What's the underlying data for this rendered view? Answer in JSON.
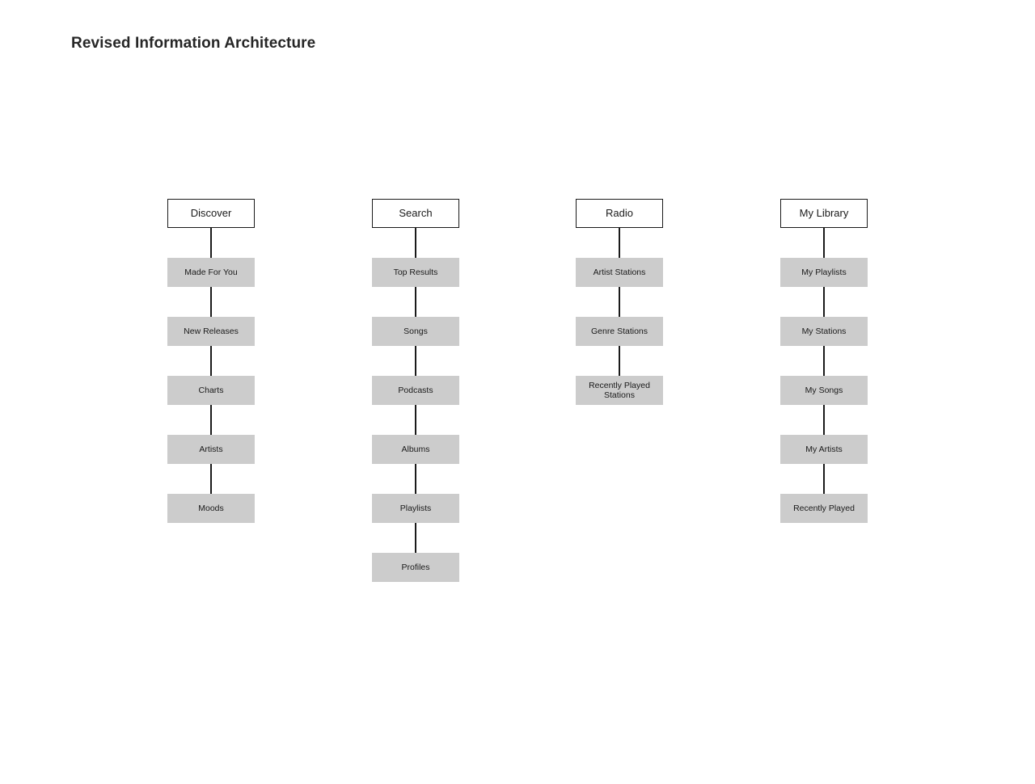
{
  "page": {
    "title": "Revised Information Architecture",
    "background_color": "#ffffff",
    "root_node_fill": "#ffffff",
    "root_node_border": "#1a1a1a",
    "child_node_fill": "#cccccc",
    "connector_color": "#1a1a1a",
    "text_color": "#1a1a1a",
    "title_color": "#262626"
  },
  "diagram": {
    "type": "tree",
    "orientation": "vertical-columns",
    "column_count": 4,
    "columns": [
      {
        "root": "Discover",
        "children": [
          "Made For You",
          "New Releases",
          "Charts",
          "Artists",
          "Moods"
        ]
      },
      {
        "root": "Search",
        "children": [
          "Top Results",
          "Songs",
          "Podcasts",
          "Albums",
          "Playlists",
          "Profiles"
        ]
      },
      {
        "root": "Radio",
        "children": [
          "Artist Stations",
          "Genre Stations",
          "Recently Played Stations"
        ]
      },
      {
        "root": "My Library",
        "children": [
          "My Playlists",
          "My Stations",
          "My Songs",
          "My Artists",
          "Recently Played"
        ]
      }
    ]
  }
}
